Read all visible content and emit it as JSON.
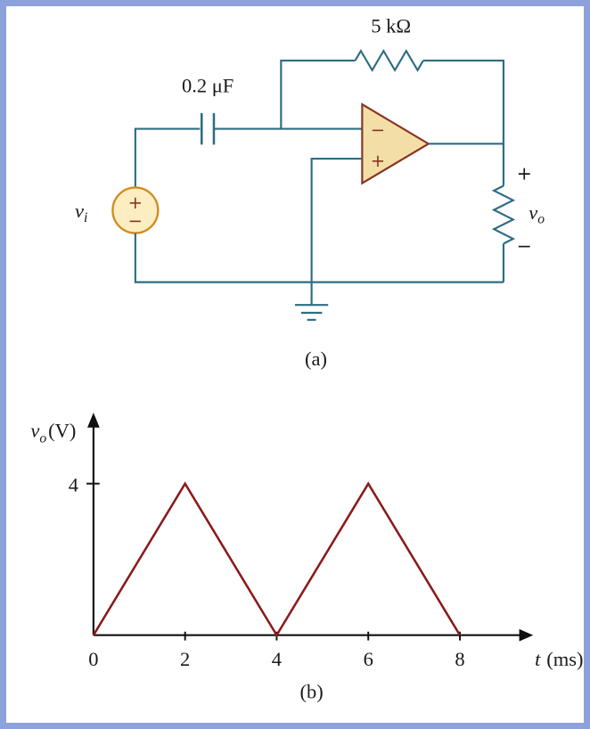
{
  "figure": {
    "circuit": {
      "caption": "(a)",
      "feedback_resistor_label": "5 kΩ",
      "capacitor_label": "0.2 μF",
      "source_label": {
        "base": "v",
        "sub": "i"
      },
      "source_plus": "+",
      "source_minus": "−",
      "opamp_minus": "−",
      "opamp_plus": "+",
      "output_label": {
        "base": "v",
        "sub": "o"
      },
      "output_plus": "+",
      "output_minus": "−"
    },
    "plot": {
      "caption": "(b)",
      "y_axis_label": {
        "base": "v",
        "sub": "o",
        "unit": "(V)"
      },
      "x_axis_label": {
        "base": "t",
        "unit": "(ms)"
      },
      "y_tick_label": "4",
      "x_tick_labels": [
        "0",
        "2",
        "4",
        "6",
        "8"
      ]
    }
  },
  "chart_data": {
    "type": "line",
    "x": [
      0,
      2,
      4,
      6,
      8
    ],
    "y": [
      0,
      4,
      0,
      4,
      0
    ],
    "title": "",
    "xlabel": "t (ms)",
    "ylabel": "vo (V)",
    "xlim": [
      0,
      8.8
    ],
    "ylim": [
      0,
      5.2
    ],
    "grid": false,
    "legend": "none",
    "line_color": "#8b1a1a"
  },
  "colors": {
    "wire": "#2e6c85",
    "opamp_fill": "#f3dfa6",
    "opamp_stroke": "#8a3324",
    "source_fill": "#fceec2",
    "source_stroke": "#d08c1f",
    "waveform": "#8b1a1a",
    "axis": "#111111",
    "frame": "#8da2dc"
  }
}
